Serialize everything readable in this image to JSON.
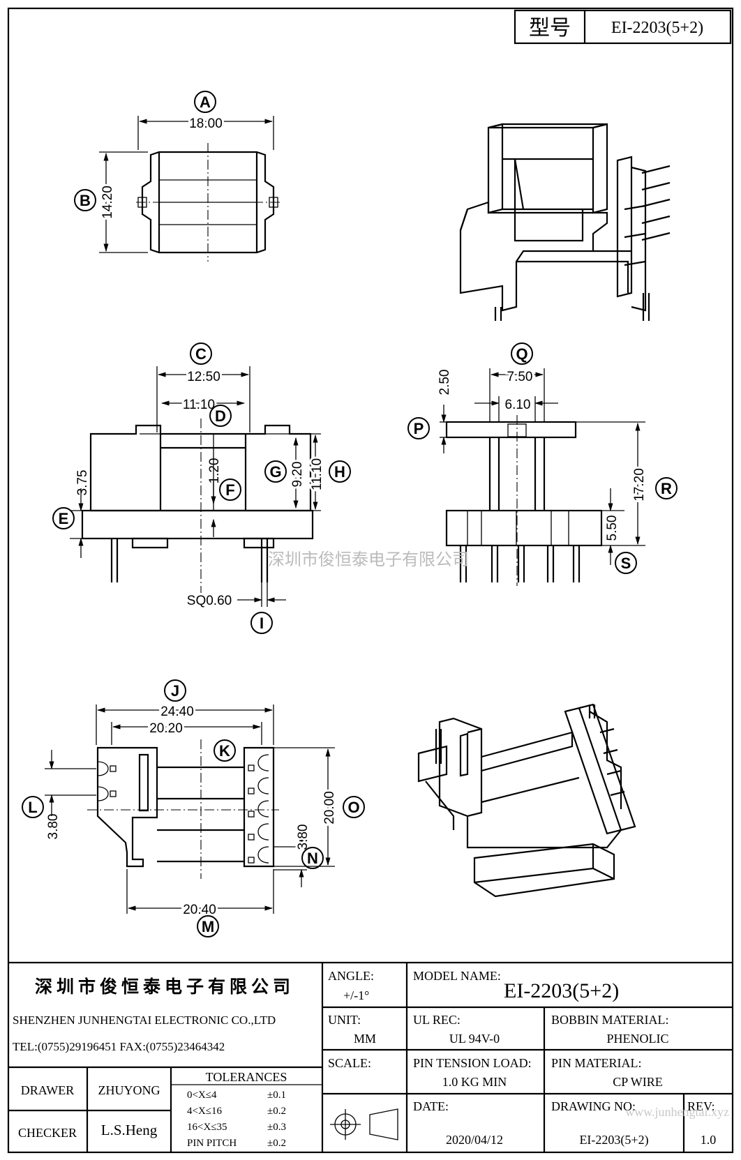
{
  "header": {
    "type_label": "型号",
    "type_value": "EI-2203(5+2)"
  },
  "watermark": "深圳市俊恒泰电子有限公司",
  "top_view": {
    "A": {
      "letter": "A",
      "value": "18.00"
    },
    "B": {
      "letter": "B",
      "value": "14.20"
    }
  },
  "front_view": {
    "C": {
      "letter": "C",
      "value": "12.50"
    },
    "D": {
      "letter": "D",
      "value": "11.10"
    },
    "E": {
      "letter": "E",
      "value": "3.75"
    },
    "F": {
      "letter": "F",
      "value": "1.20"
    },
    "G": {
      "letter": "G",
      "value": "9.20"
    },
    "H": {
      "letter": "H",
      "value": "11.10"
    },
    "I": {
      "letter": "I",
      "value": "SQ0.60"
    }
  },
  "side_view": {
    "P": {
      "letter": "P",
      "value": "2.50"
    },
    "Q": {
      "letter": "Q",
      "value": "7.50"
    },
    "Q_inner": {
      "value": "6.10"
    },
    "R": {
      "letter": "R",
      "value": "17.20"
    },
    "S": {
      "letter": "S",
      "value": "5.50"
    }
  },
  "bottom_view": {
    "J": {
      "letter": "J",
      "value": "24.40"
    },
    "K": {
      "letter": "K",
      "value": "20.20"
    },
    "L": {
      "letter": "L",
      "value": "3.80"
    },
    "M": {
      "letter": "M",
      "value": "20.40"
    },
    "N": {
      "letter": "N",
      "value": "3.80"
    },
    "O": {
      "letter": "O",
      "value": "20.00"
    }
  },
  "title_block": {
    "company_cn": "深圳市俊恒泰电子有限公司",
    "company_en": "SHENZHEN JUNHENGTAI ELECTRONIC CO.,LTD",
    "contact": "TEL:(0755)29196451 FAX:(0755)23464342",
    "angle_label": "ANGLE:",
    "angle_value": "+/-1°",
    "model_label": "MODEL NAME:",
    "model_value": "EI-2203(5+2)",
    "unit_label": "UNIT:",
    "unit_value": "MM",
    "ul_label": "UL REC:",
    "ul_value": "UL 94V-0",
    "bobbin_label": "BOBBIN MATERIAL:",
    "bobbin_value": "PHENOLIC",
    "drawer_label": "DRAWER",
    "drawer_value": "ZHUYONG",
    "tolerances_label": "TOLERANCES",
    "tolerances": [
      {
        "range": "0<X≤4",
        "value": "±0.1"
      },
      {
        "range": "4<X≤16",
        "value": "±0.2"
      },
      {
        "range": "16<X≤35",
        "value": "±0.3"
      },
      {
        "range": "PIN PITCH",
        "value": "±0.2"
      }
    ],
    "scale_label": "SCALE:",
    "pin_tension_label": "PIN TENSION LOAD:",
    "pin_tension_value": "1.0 KG MIN",
    "pin_material_label": "PIN MATERIAL:",
    "pin_material_value": "CP WIRE",
    "checker_label": "CHECKER",
    "checker_value": "L.S.Heng",
    "date_label": "DATE:",
    "date_value": "2020/04/12",
    "drawing_no_label": "DRAWING NO:",
    "drawing_no_value": "EI-2203(5+2)",
    "rev_label": "REV:",
    "rev_value": "1.0",
    "corner_watermark": "www.junhengtai.xyz"
  }
}
